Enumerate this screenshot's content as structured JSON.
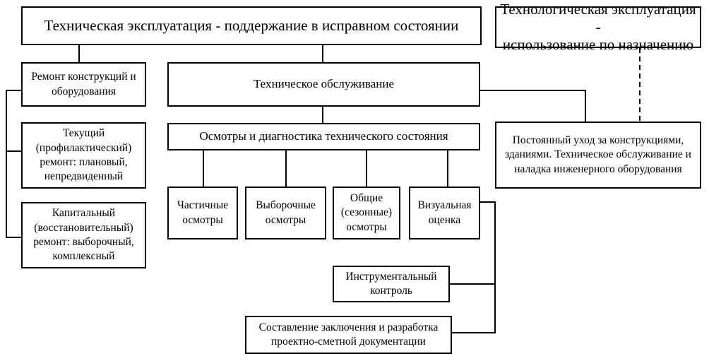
{
  "nodes": {
    "tech_exploitation": "Техническая эксплуатация - поддержание в исправном состоянии",
    "technological_exploitation": "Технологическая эксплуатация -\nиспользование по назначению",
    "repair": "Ремонт конструкций и\nоборудования",
    "maintenance": "Техническое обслуживание",
    "current_repair": "Текущий\n(профилактический)\nремонт: плановый,\nнепредвиденный",
    "capital_repair": "Капитальный\n(восстановительный)\nремонт: выборочный,\nкомплексный",
    "inspections": "Осмотры и диагностика технического состояния",
    "constant_care": "Постоянный уход за конструкциями,\nзданиями. Техническое обслуживание и\nналадка инженерного оборудования",
    "partial": "Частичные\nосмотры",
    "selective": "Выборочные\nосмотры",
    "general": "Общие\n(сезонные)\nосмотры",
    "visual": "Визуальная\nоценка",
    "instrumental": "Инструментальный\nконтроль",
    "conclusion": "Составление заключения и разработка\nпроектно-сметной документации"
  }
}
